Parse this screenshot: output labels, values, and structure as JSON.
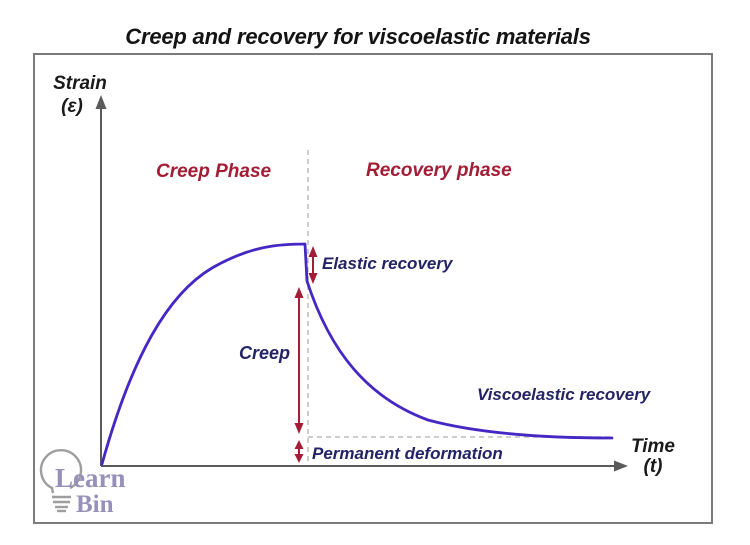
{
  "title": "Creep and recovery for viscoelastic materials",
  "axes": {
    "y_label_line1": "Strain",
    "y_label_line2": "(ε)",
    "x_label_line1": "Time",
    "x_label_line2": "(t)"
  },
  "phases": {
    "creep": "Creep Phase",
    "recovery": "Recovery phase"
  },
  "annotations": {
    "elastic_recovery": "Elastic recovery",
    "creep": "Creep",
    "viscoelastic_recovery": "Viscoelastic recovery",
    "permanent_deformation": "Permanent deformation"
  },
  "logo": {
    "line1": "Learn",
    "line2": "Bin"
  },
  "colors": {
    "curve": "#4527c4",
    "arrow_red": "#a21d35",
    "phase_label_red": "#a21d35",
    "annotation_navy": "#232366",
    "axis_gray": "#5a5a5a",
    "dashed_gray": "#bdbdbd",
    "box_border": "#7b7b7b",
    "logo_text_purple": "#9791b9",
    "logo_bulb_gray": "#9e9e9e"
  }
}
